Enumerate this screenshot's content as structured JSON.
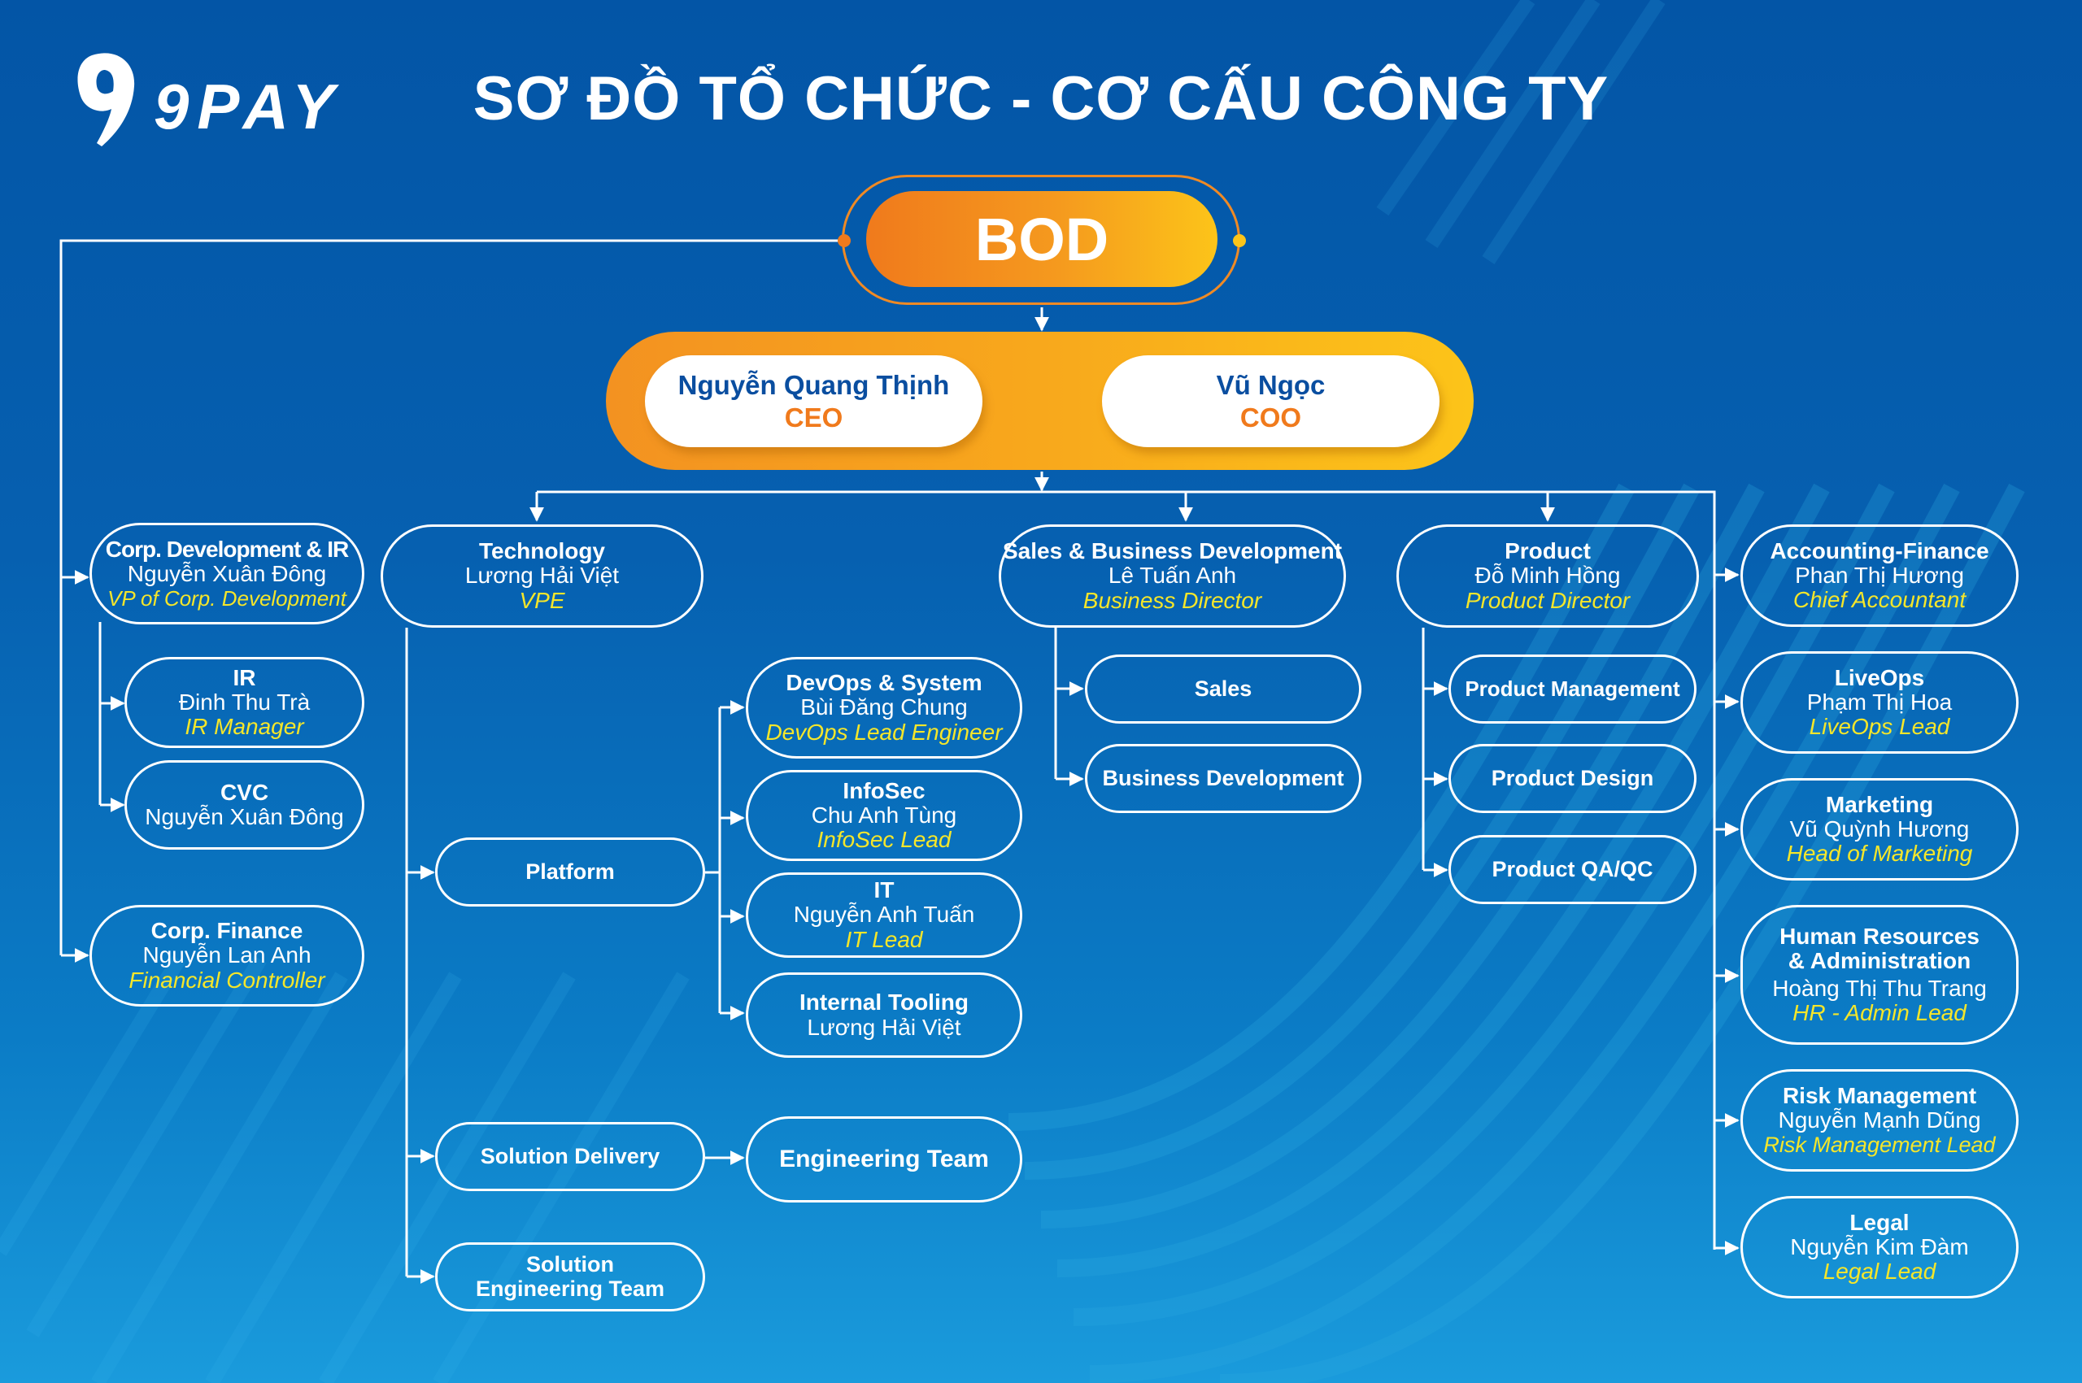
{
  "header": {
    "logo_text": "9PAY",
    "title": "SƠ ĐỒ TỔ CHỨC - CƠ CẤU CÔNG TY"
  },
  "colors": {
    "background_top": "#0355a6",
    "background_bottom": "#1a9bdc",
    "accent_orange": "#f07a1c",
    "accent_yellow": "#fcc419",
    "role_text": "#f5e62a",
    "exec_name": "#0a4ea0"
  },
  "bod": {
    "label": "BOD"
  },
  "executives": [
    {
      "name": "Nguyễn Quang Thịnh",
      "role": "CEO"
    },
    {
      "name": "Vũ Ngọc",
      "role": "COO"
    }
  ],
  "left_branch": {
    "corp_dev": {
      "title": "Corp. Development & IR",
      "name": "Nguyễn Xuân Đông",
      "role": "VP of Corp. Development"
    },
    "ir": {
      "title": "IR",
      "name": "Đinh Thu Trà",
      "role": "IR Manager"
    },
    "cvc": {
      "title": "CVC",
      "name": "Nguyễn Xuân Đông"
    },
    "corp_finance": {
      "title": "Corp. Finance",
      "name": "Nguyễn Lan Anh",
      "role": "Financial Controller"
    }
  },
  "technology": {
    "head": {
      "title": "Technology",
      "name": "Lương Hải Việt",
      "role": "VPE"
    },
    "platform": {
      "title": "Platform"
    },
    "platform_teams": [
      {
        "title": "DevOps & System",
        "name": "Bùi Đăng Chung",
        "role": "DevOps Lead Engineer"
      },
      {
        "title": "InfoSec",
        "name": "Chu Anh Tùng",
        "role": "InfoSec Lead"
      },
      {
        "title": "IT",
        "name": "Nguyễn Anh Tuấn",
        "role": "IT Lead"
      },
      {
        "title": "Internal Tooling",
        "name": "Lương Hải Việt"
      }
    ],
    "solution_delivery": {
      "title": "Solution Delivery"
    },
    "engineering_team": {
      "title": "Engineering Team"
    },
    "solution_engineering": {
      "title": "Solution Engineering Team"
    }
  },
  "sales": {
    "head": {
      "title": "Sales & Business Development",
      "name": "Lê Tuấn Anh",
      "role": "Business Director"
    },
    "teams": [
      {
        "title": "Sales"
      },
      {
        "title": "Business Development"
      }
    ]
  },
  "product": {
    "head": {
      "title": "Product",
      "name": "Đỗ Minh Hồng",
      "role": "Product Director"
    },
    "teams": [
      {
        "title": "Product Management"
      },
      {
        "title": "Product Design"
      },
      {
        "title": "Product QA/QC"
      }
    ]
  },
  "right_column": [
    {
      "title": "Accounting-Finance",
      "name": "Phan Thị Hương",
      "role": "Chief Accountant"
    },
    {
      "title": "LiveOps",
      "name": "Phạm Thị Hoa",
      "role": "LiveOps Lead"
    },
    {
      "title": "Marketing",
      "name": "Vũ Quỳnh Hương",
      "role": "Head of Marketing"
    },
    {
      "title": "Human Resources",
      "title2": "& Administration",
      "name": "Hoàng Thị Thu Trang",
      "role": "HR - Admin Lead"
    },
    {
      "title": "Risk Management",
      "name": "Nguyễn Mạnh Dũng",
      "role": "Risk Management Lead"
    },
    {
      "title": "Legal",
      "name": "Nguyễn Kim Đàm",
      "role": "Legal Lead"
    }
  ]
}
